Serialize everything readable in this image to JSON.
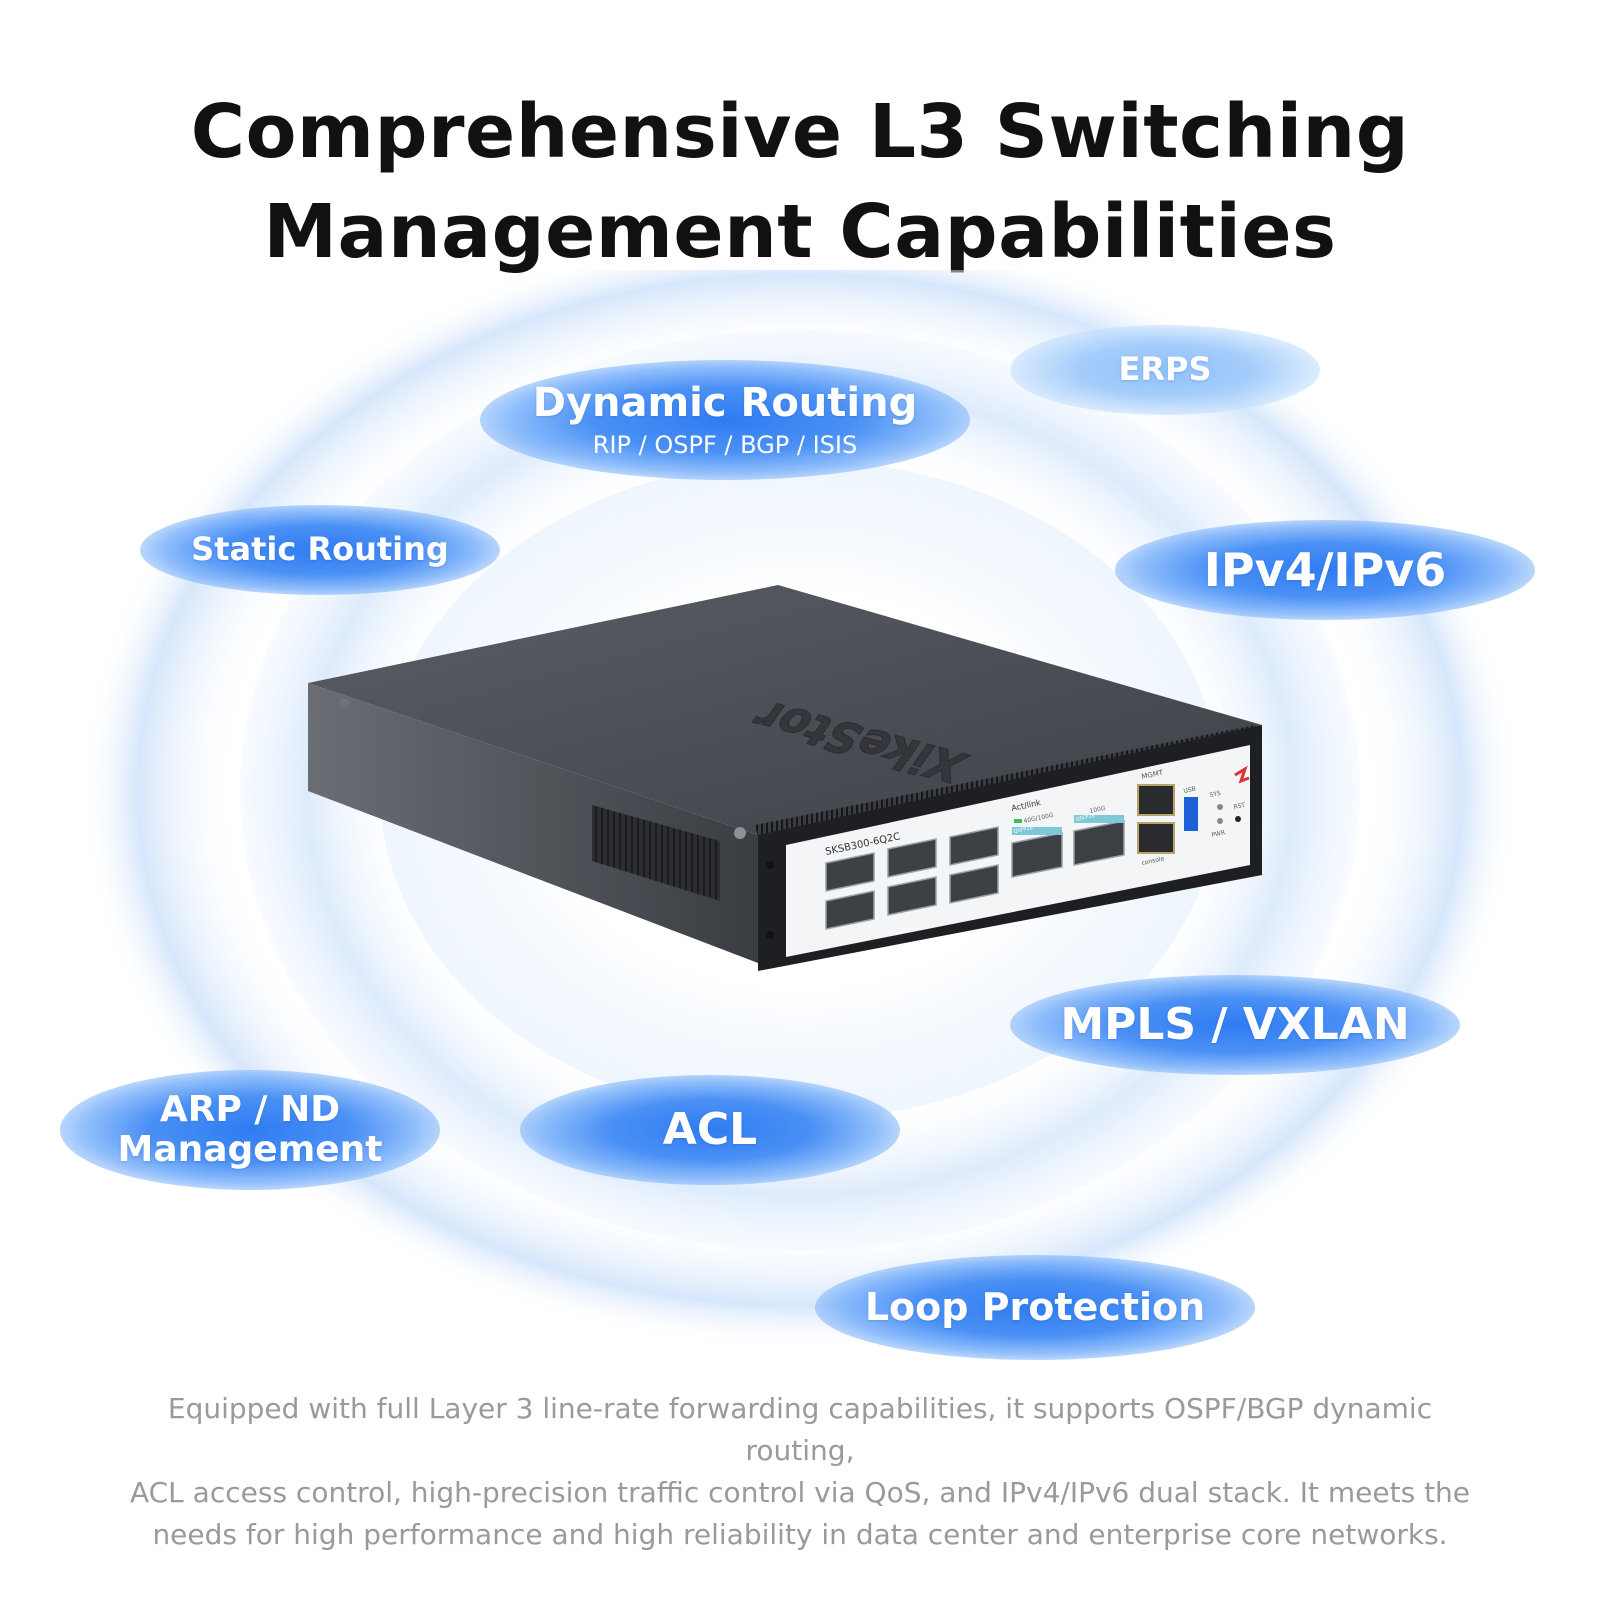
{
  "title": {
    "line1": "Comprehensive L3 Switching",
    "line2": "Management Capabilities"
  },
  "features": {
    "dynamic_routing": {
      "label": "Dynamic Routing",
      "sub": "RIP / OSPF / BGP / ISIS"
    },
    "erps": "ERPS",
    "static_routing": "Static Routing",
    "ipv4_ipv6": "IPv4/IPv6",
    "mpls_vxlan": "MPLS / VXLAN",
    "arp_nd": {
      "line1": "ARP / ND",
      "line2": "Management"
    },
    "acl": "ACL",
    "loop_protection": "Loop Protection"
  },
  "device": {
    "brand": "XikeStor",
    "model": "SKSB300-6Q2C",
    "act_link": "Act/link",
    "speed": "40G/100G",
    "port_speed": "100G",
    "qsfp_label": "QSFP28",
    "mgmt": "MGMT",
    "console": "console",
    "usb": "USB",
    "sys": "SYS",
    "pwr": "PWR",
    "rst": "RST"
  },
  "caption": {
    "line1": "Equipped with full Layer 3 line-rate forwarding capabilities, it supports OSPF/BGP dynamic routing,",
    "line2": "ACL access control, high-precision traffic control via QoS, and IPv4/IPv6 dual stack. It meets the",
    "line3": "needs for high performance and high reliability in data center and enterprise core networks."
  },
  "colors": {
    "accent": "#3b86f4",
    "soft_accent": "#a5cdfb",
    "title": "#111111",
    "caption": "#9a9a9a",
    "device_body": "#4a4d52"
  }
}
